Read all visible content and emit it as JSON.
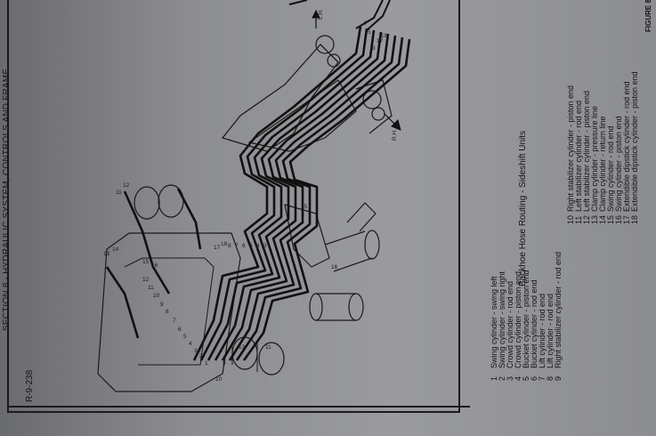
{
  "header": "SECTION 8 - HYDRAULIC SYSTEM, CONTROLS AND FRAME",
  "figure_ref": "R-9-238",
  "caption": "Backhoe Hose Routing - Sideshift Units",
  "figure_label": "FIGURE 8",
  "direction_labels": {
    "lh": "L.H.",
    "rh": "R.H."
  },
  "legend_left": [
    {
      "num": "1",
      "text": "Swing cylinder - swing left"
    },
    {
      "num": "2",
      "text": "Swing cylinder - swing right"
    },
    {
      "num": "3",
      "text": "Crowd cylinder - rod end"
    },
    {
      "num": "4",
      "text": "Crowd cylinder - piston end"
    },
    {
      "num": "5",
      "text": "Bucket cylinder - piston end"
    },
    {
      "num": "6",
      "text": "Bucket cylinder - rod end"
    },
    {
      "num": "7",
      "text": "Lift cylinder - rod end"
    },
    {
      "num": "8",
      "text": "Lift cylinder - rod end"
    },
    {
      "num": "9",
      "text": "Right stabilizer cylinder - rod end"
    }
  ],
  "legend_right": [
    {
      "num": "10",
      "text": "Right stabilizer cylinder - piston end"
    },
    {
      "num": "11",
      "text": "Left stabilizer cylinder - rod end"
    },
    {
      "num": "12",
      "text": "Left stabilizer cylinder - piston end"
    },
    {
      "num": "13",
      "text": "Clamp cylinder - pressure line"
    },
    {
      "num": "14",
      "text": "Clamp cylinder - return line"
    },
    {
      "num": "15",
      "text": "Swing cylinder - rod end"
    },
    {
      "num": "16",
      "text": "Swing cylinder - piston end"
    },
    {
      "num": "17",
      "text": "Extendible dipstick cylinder - rod end"
    },
    {
      "num": "18",
      "text": "Extendible dipstick cylinder - piston end"
    }
  ],
  "callouts_valve": [
    "13",
    "14",
    "15",
    "16",
    "12",
    "11",
    "10",
    "9",
    "8",
    "7",
    "6",
    "5",
    "4",
    "3",
    "2",
    "1"
  ],
  "callouts_hoses": [
    "17",
    "18",
    "8",
    "7",
    "6",
    "5",
    "4",
    "3"
  ],
  "callouts_top": [
    "11",
    "12"
  ],
  "callouts_boom": [
    "4",
    "5",
    "3",
    "17",
    "18"
  ],
  "callouts_cyl": [
    "15",
    "16",
    "13",
    "11",
    "9",
    "10"
  ]
}
